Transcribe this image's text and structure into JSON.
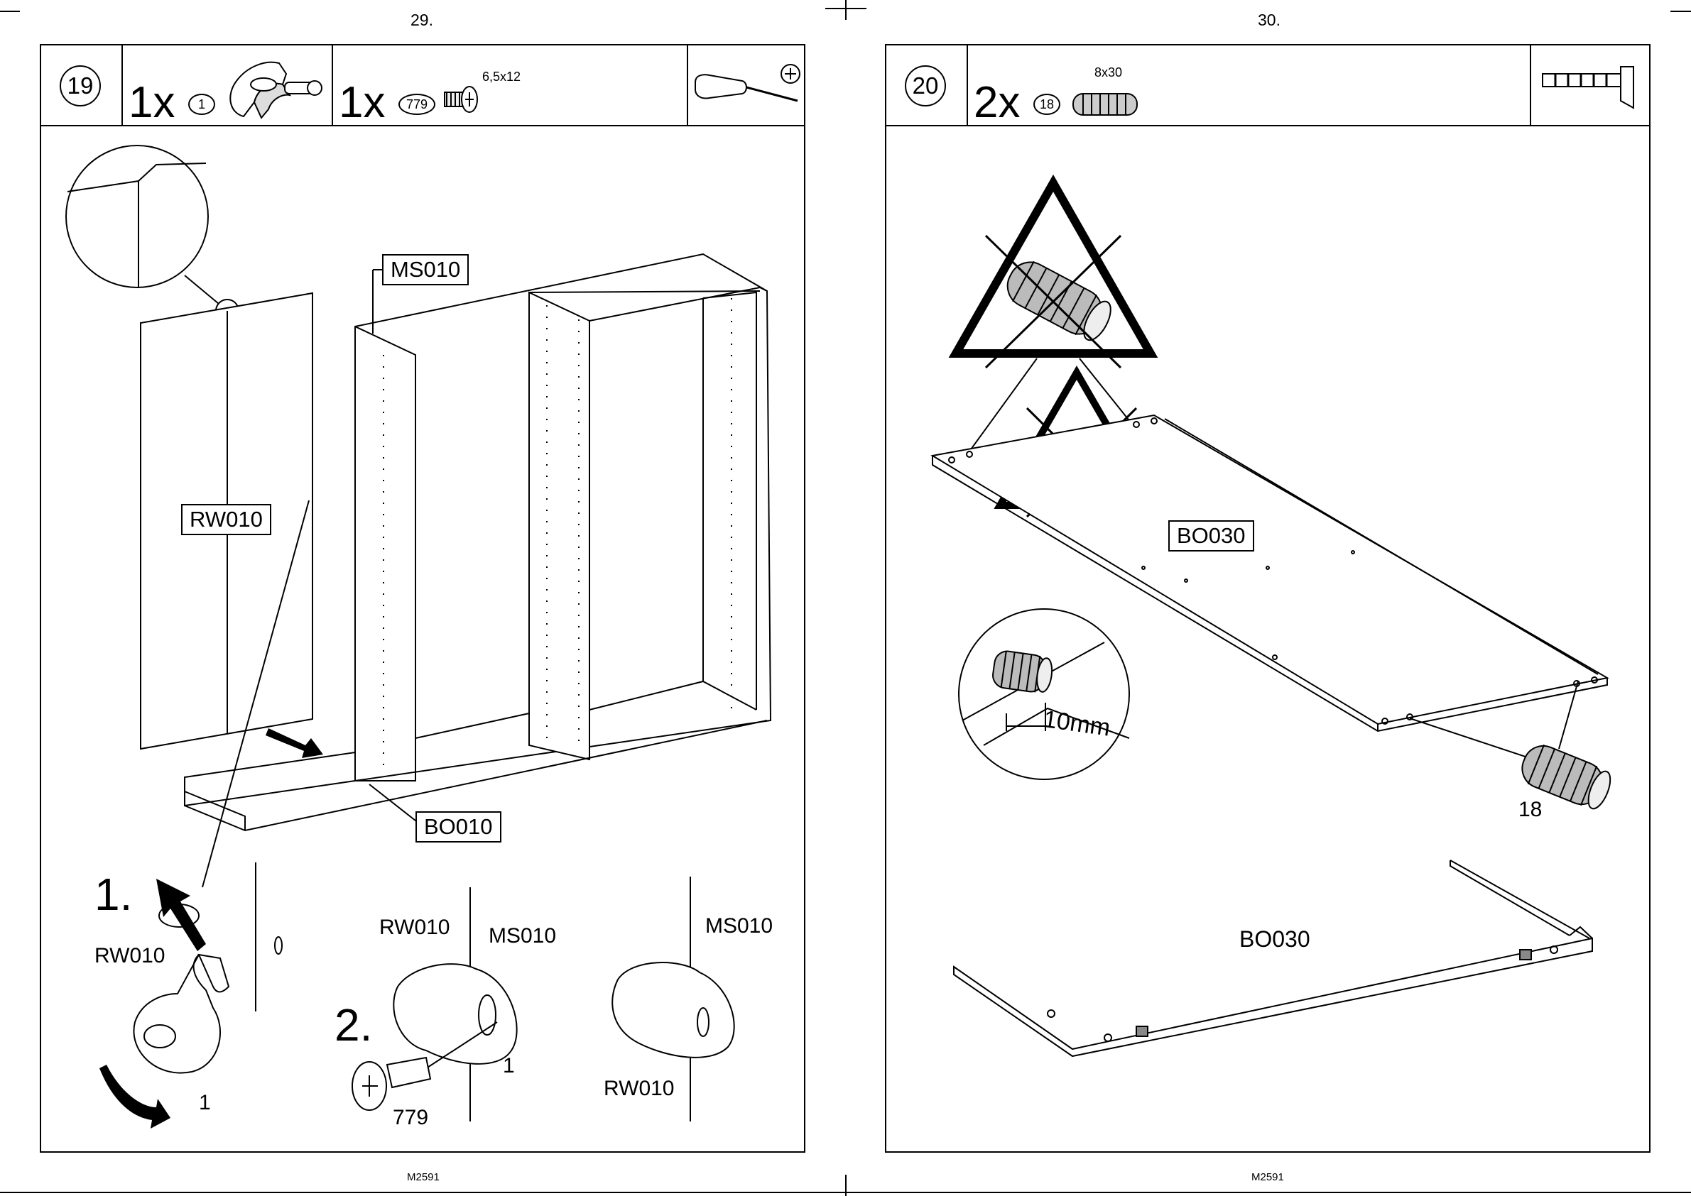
{
  "left_page": {
    "page_number": "29.",
    "footer_code": "M2591",
    "step": {
      "number": "19",
      "parts": [
        {
          "qty": "1x",
          "part_id": "1",
          "spec": ""
        },
        {
          "qty": "1x",
          "part_id": "779",
          "spec": "6,5x12"
        }
      ],
      "tool_icon": "screwdriver-phillips-icon",
      "labels": {
        "rw010_panel": "RW010",
        "ms010_side": "MS010",
        "bo010_bottom": "BO010",
        "step1": "1.",
        "step2": "2.",
        "rw010_detail": "RW010",
        "part1_detail": "1",
        "rw010_mid": "RW010",
        "ms010_mid": "MS010",
        "part1_mid": "1",
        "part779": "779",
        "ms010_right": "MS010",
        "rw010_right": "RW010"
      }
    }
  },
  "right_page": {
    "page_number": "30.",
    "footer_code": "M2591",
    "step": {
      "number": "20",
      "parts": [
        {
          "qty": "2x",
          "part_id": "18",
          "spec": "8x30"
        }
      ],
      "tool_icon": "hammer-icon",
      "labels": {
        "bo030_top": "BO030",
        "depth": "10mm",
        "dowel_id": "18",
        "bo030_bottom": "BO030"
      },
      "warnings": [
        "no-twisted-dowel-icon",
        "no-glue-icon"
      ]
    }
  }
}
